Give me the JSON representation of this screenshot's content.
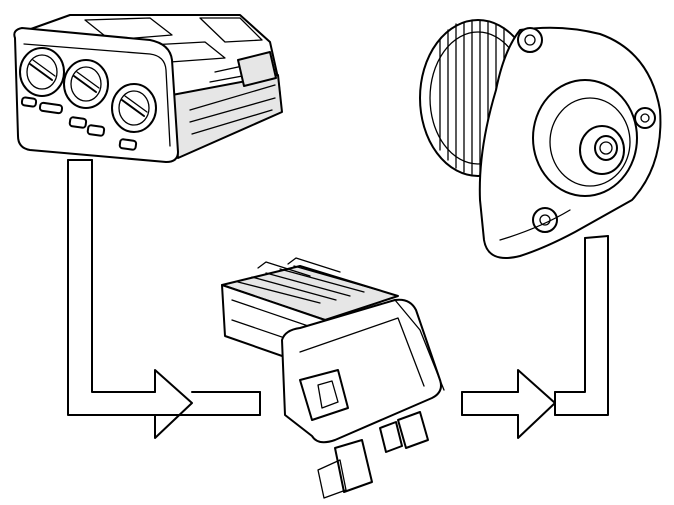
{
  "diagram": {
    "components": [
      {
        "id": "control-panel",
        "icon": "climate-control-panel-icon"
      },
      {
        "id": "blower-motor",
        "icon": "blower-fan-motor-icon"
      },
      {
        "id": "resistor-module",
        "icon": "fan-resistor-module-icon"
      }
    ],
    "connections": [
      {
        "from": "control-panel",
        "to": "resistor-module"
      },
      {
        "from": "blower-motor",
        "to": "resistor-module"
      }
    ]
  }
}
